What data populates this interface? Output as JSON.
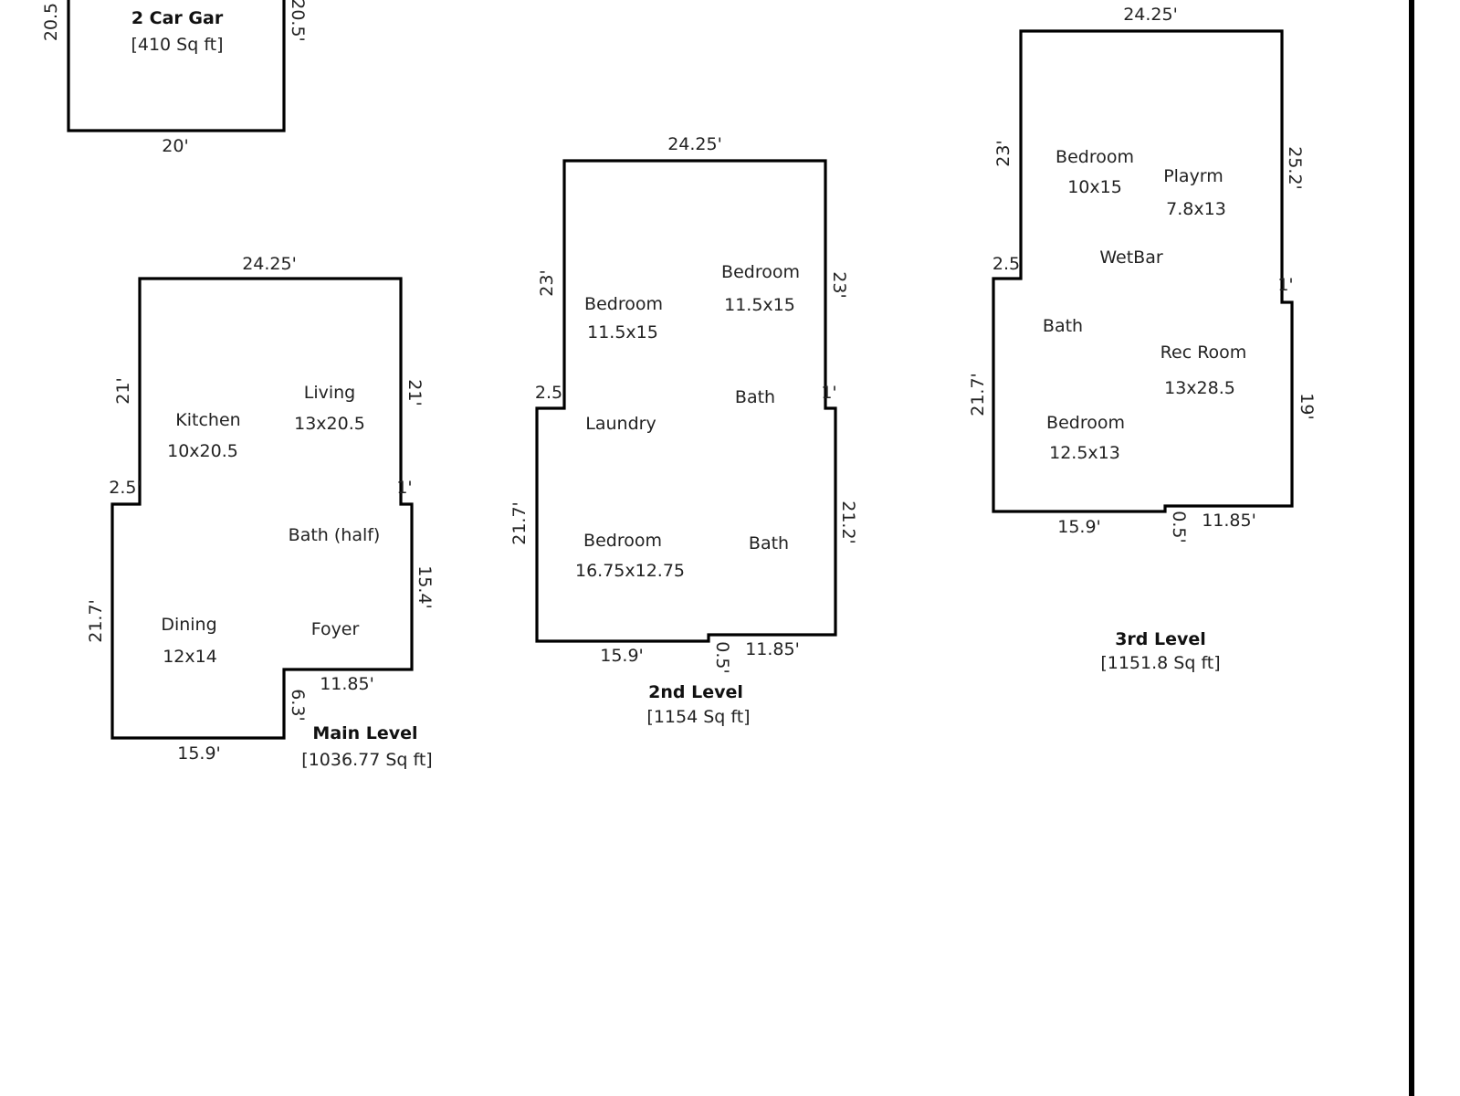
{
  "plans": {
    "garage": {
      "title": "2 Car Gar",
      "area": "[410 Sq ft]",
      "dims": {
        "left": "20.5",
        "right": "20.5'",
        "bottom": "20'"
      }
    },
    "main": {
      "title": "Main Level",
      "area": "[1036.77 Sq ft]",
      "dims": {
        "top": "24.25'",
        "upper_left": "21'",
        "upper_right": "21'",
        "step_left": "2.5'",
        "step_right": "1'",
        "lower_left": "21.7'",
        "lower_right": "15.4'",
        "notch_width": "11.85'",
        "notch_depth": "6.3'",
        "bottom": "15.9'"
      },
      "rooms": [
        {
          "name": "Kitchen",
          "size": "10x20.5"
        },
        {
          "name": "Living",
          "size": "13x20.5"
        },
        {
          "name": "Bath (half)",
          "size": ""
        },
        {
          "name": "Dining",
          "size": "12x14"
        },
        {
          "name": "Foyer",
          "size": ""
        }
      ]
    },
    "second": {
      "title": "2nd Level",
      "area": "[1154 Sq ft]",
      "dims": {
        "top": "24.25'",
        "upper_left": "23'",
        "upper_right": "23'",
        "step_left": "2.5",
        "step_right": "1'",
        "lower_left": "21.7'",
        "lower_right": "21.2'",
        "bottom_left": "15.9'",
        "jog": "0.5'",
        "bottom_right": "11.85'"
      },
      "rooms": [
        {
          "name": "Bedroom",
          "size": "11.5x15"
        },
        {
          "name": "Bedroom",
          "size": "11.5x15"
        },
        {
          "name": "Laundry",
          "size": ""
        },
        {
          "name": "Bath",
          "size": ""
        },
        {
          "name": "Bedroom",
          "size": "16.75x12.75"
        },
        {
          "name": "Bath",
          "size": ""
        }
      ]
    },
    "third": {
      "title": "3rd Level",
      "area": "[1151.8 Sq ft]",
      "dims": {
        "top": "24.25'",
        "upper_left": "23'",
        "upper_right": "25.2'",
        "step_left": "2.5",
        "step_right": "1'",
        "lower_left": "21.7'",
        "lower_right": "19'",
        "bottom_left": "15.9'",
        "jog": "0.5'",
        "bottom_right": "11.85'"
      },
      "rooms": [
        {
          "name": "Bedroom",
          "size": "10x15"
        },
        {
          "name": "Playrm",
          "size": "7.8x13"
        },
        {
          "name": "WetBar",
          "size": ""
        },
        {
          "name": "Bath",
          "size": ""
        },
        {
          "name": "Rec Room",
          "size": "13x28.5"
        },
        {
          "name": "Bedroom",
          "size": "12.5x13"
        }
      ]
    }
  }
}
